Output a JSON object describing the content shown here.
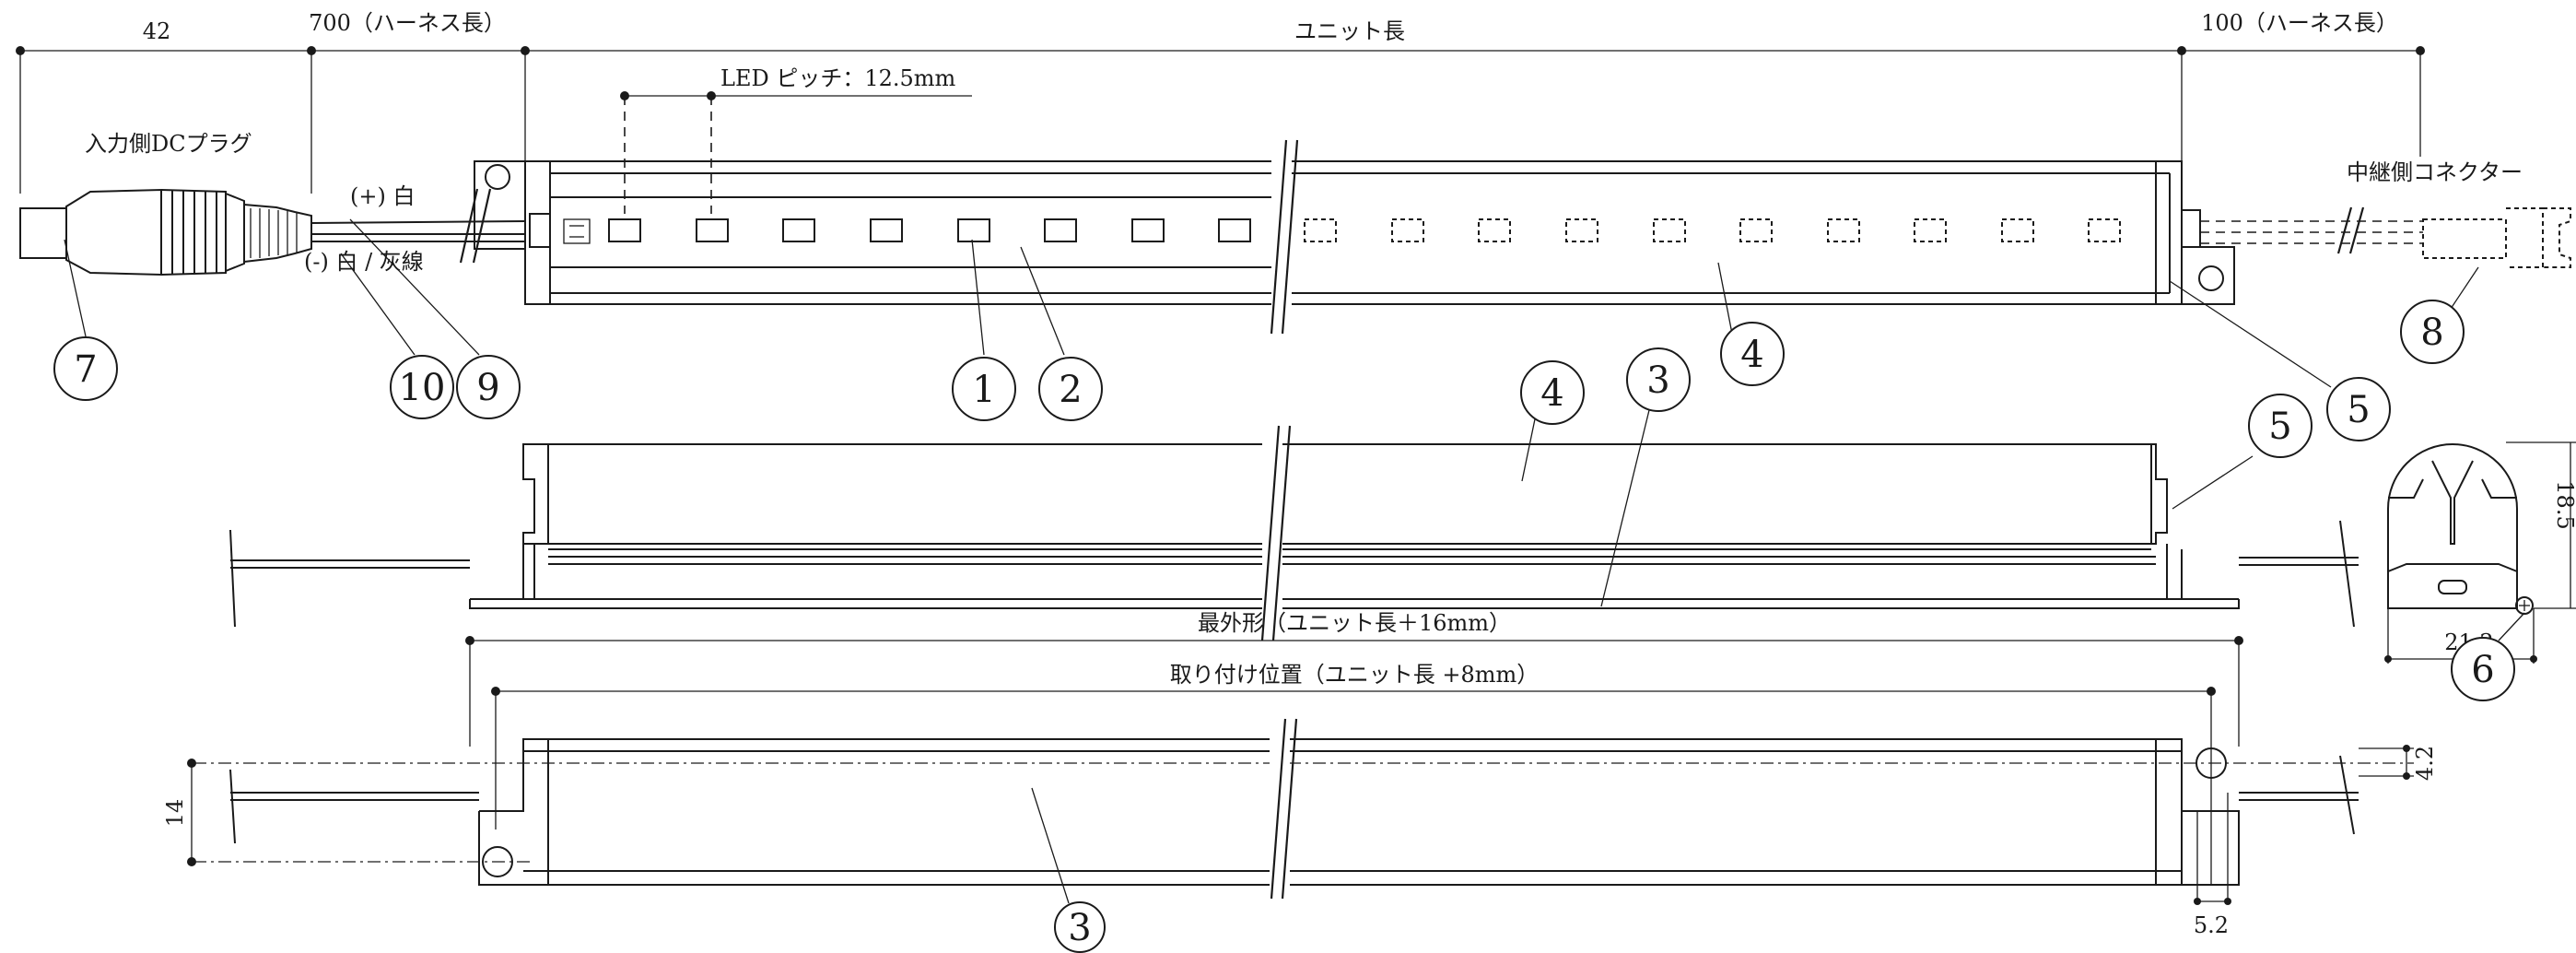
{
  "dims": {
    "d42": "42",
    "d700": "700（ハーネス長）",
    "unit_len": "ユニット長",
    "d100": "100（ハーネス長）",
    "led_pitch": "LED ピッチ：12.5mm",
    "outer": "最外形（ユニット長＋16mm）",
    "mount": "取り付け位置（ユニット長 +8mm）",
    "d14": "14",
    "d4_2": "4.2",
    "d5_2": "5.2",
    "d21_2": "21.2",
    "d18_5": "18.5"
  },
  "labels": {
    "input_plug": "入力側DCプラグ",
    "relay_connector": "中継側コネクター",
    "plus_white": "(+) 白",
    "minus_white": "(-) 白 / 灰線"
  },
  "callouts": [
    "1",
    "2",
    "3",
    "4",
    "5",
    "6",
    "7",
    "8",
    "9",
    "10"
  ]
}
